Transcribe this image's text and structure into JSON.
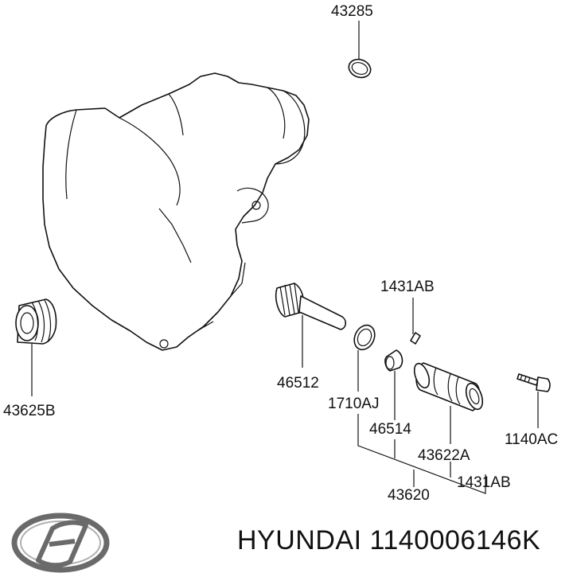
{
  "labels": {
    "p43285": "43285",
    "p1431AB_top": "1431AB",
    "p46512": "46512",
    "p43625B": "43625B",
    "p1710AJ": "1710AJ",
    "p46514": "46514",
    "p43622A": "43622A",
    "p1140AC": "1140AC",
    "p1431AB_bottom": "1431AB",
    "p43620": "43620"
  },
  "brand": "HYUNDAI",
  "part_number": "1140006146K"
}
